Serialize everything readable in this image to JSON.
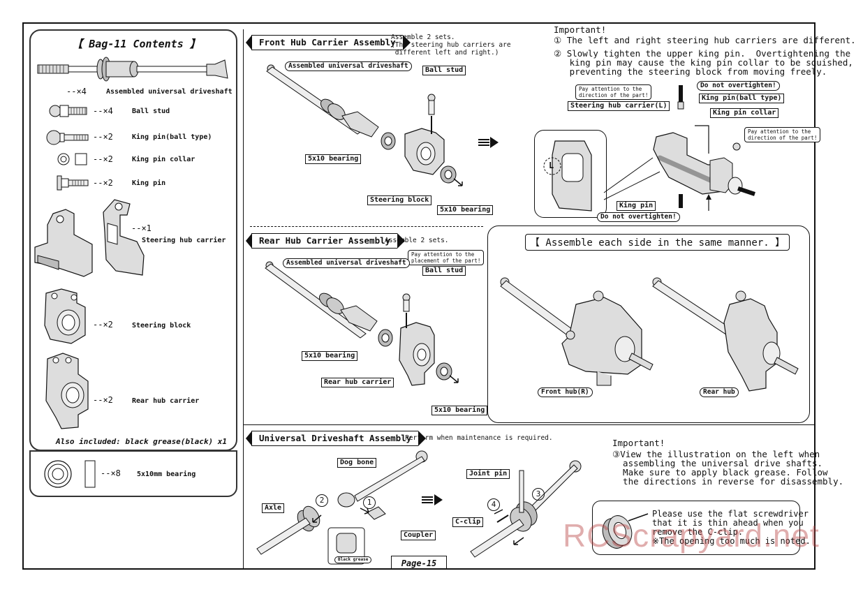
{
  "contents": {
    "title": "【 Bag-11 Contents 】",
    "items": [
      {
        "qty": "--×4",
        "name": "Assembled universal driveshaft"
      },
      {
        "qty": "--×4",
        "name": "Ball stud"
      },
      {
        "qty": "--×2",
        "name": "King pin(ball type)"
      },
      {
        "qty": "--×2",
        "name": "King pin collar"
      },
      {
        "qty": "--×2",
        "name": "King pin"
      },
      {
        "qty": "--×1",
        "name": "Steering hub carrier"
      },
      {
        "qty": "--×2",
        "name": "Steering block"
      },
      {
        "qty": "--×2",
        "name": "Rear hub carrier"
      }
    ],
    "also_included": "Also included: black grease(black) x1",
    "bearing": {
      "qty": "--×8",
      "name": "5x10mm bearing"
    }
  },
  "front": {
    "title": "Front Hub Carrier Assembly",
    "note": "Assemble 2 sets.\n(The steering hub carriers are\n different left and right.)",
    "labels": {
      "driveshaft": "Assembled universal driveshaft",
      "ball_stud": "Ball stud",
      "bearing1": "5x10 bearing",
      "steering_block": "Steering block",
      "bearing2": "5x10 bearing"
    }
  },
  "important1": {
    "heading": "Important!",
    "line1": "① The left and right steering hub carriers are different.",
    "line2": "② Slowly tighten the upper king pin.  Overtightening the\n   king pin may cause the king pin collar to be squished,\n   preventing the steering block from moving freely."
  },
  "detail": {
    "pay_attention1": "Pay attention to the\ndirection of the part!",
    "do_not1": "Do not overtighten!",
    "king_pin_ball": "King pin(ball type)",
    "steering_hub_l": "Steering hub carrier(L)",
    "king_pin_collar": "King pin collar",
    "pay_attention2": "Pay attention to the\ndirection of the part!",
    "king_pin": "King pin",
    "do_not2": "Do not overtighten!",
    "l_mark": "L"
  },
  "rear": {
    "title": "Rear Hub Carrier Assembly",
    "note": "Assemble 2 sets.",
    "pay_attention": "Pay attention to the\nplacement of the part!",
    "labels": {
      "driveshaft": "Assembled universal driveshaft",
      "ball_stud": "Ball stud",
      "bearing1": "5x10 bearing",
      "rear_hub_carrier": "Rear hub carrier",
      "bearing2": "5x10 bearing"
    }
  },
  "same_manner": {
    "title": "【 Assemble each side in the same manner. 】",
    "front_hub": "Front hub(R)",
    "rear_hub": "Rear hub"
  },
  "universal": {
    "title": "Universal Driveshaft Assembly",
    "note": "Perform when maintenance is required.",
    "labels": {
      "dog_bone": "Dog bone",
      "axle": "Axle",
      "coupler": "Coupler",
      "black_grease": "Black grease",
      "joint_pin": "Joint pin",
      "c_clip": "C-clip",
      "n1": "1",
      "n2": "2",
      "n3": "3",
      "n4": "4"
    }
  },
  "important2": {
    "heading": "Important!",
    "text": "③View the illustration on the left when\n  assembling the universal drive shafts.\n  Make sure to apply black grease. Follow\n  the directions in reverse for disassembly."
  },
  "tip": {
    "text": "Please use the flat screwdriver\nthat it is thin ahead when you\nremove the C-clip.\n※The opening too much is noted."
  },
  "page": "Page-15",
  "watermark": "RCScrapyard.net"
}
